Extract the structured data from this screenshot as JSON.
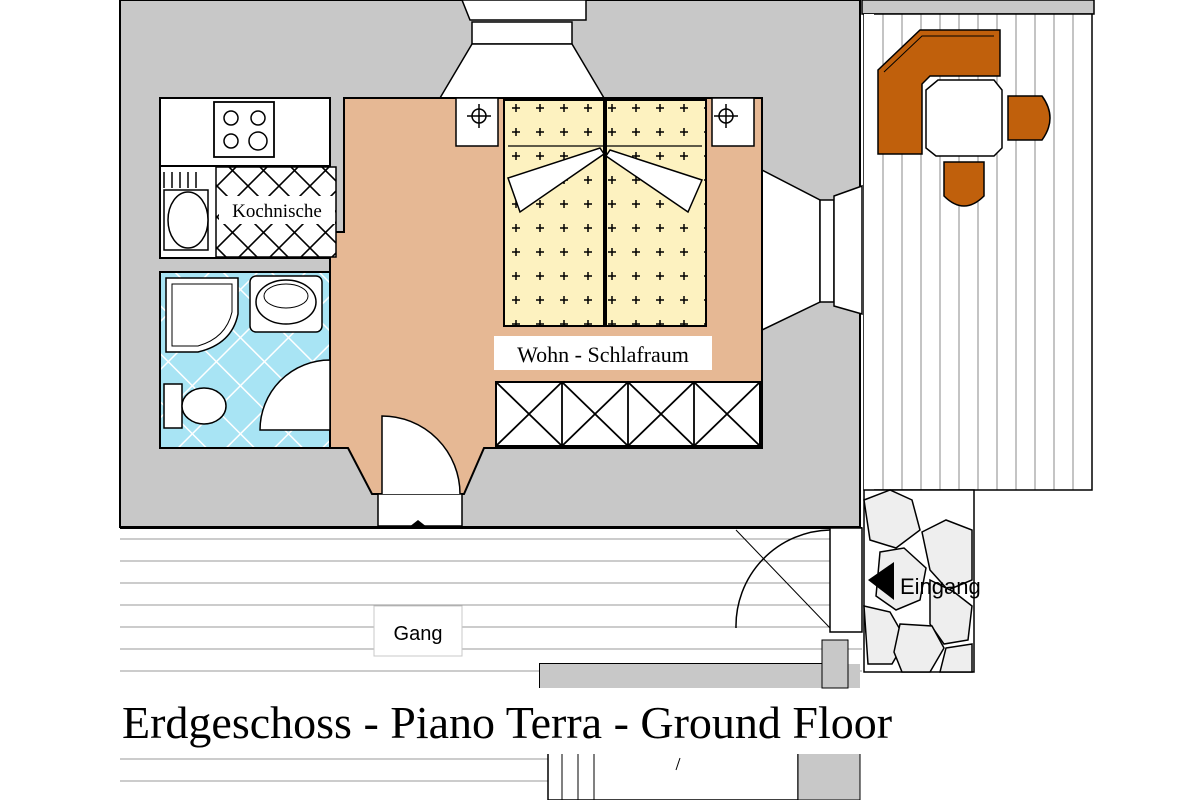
{
  "floor_plan": {
    "rooms": {
      "kitchenette": "Kochnische",
      "living_bedroom": "Wohn - Schlafraum",
      "corridor": "Gang",
      "entrance": "Eingang"
    },
    "caption": "Erdgeschoss - Piano Terra - Ground Floor",
    "colors": {
      "wall": "#c8c8c8",
      "wall_stroke": "#000000",
      "living_floor": "#e6b894",
      "bathroom_tile": "#a8e4f4",
      "bed_fabric": "#fdf2c0",
      "terrace_furniture": "#c0600c",
      "stone_path": "#eeeeee"
    }
  }
}
